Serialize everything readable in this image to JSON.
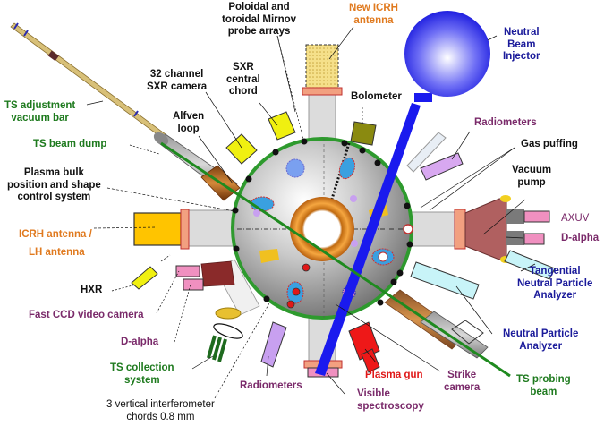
{
  "diagram": {
    "title": "Tokamak diagnostic and heating systems layout (top view)",
    "colors": {
      "black_label": "#111111",
      "green_label": "#1e7a1e",
      "orange_label": "#e07a1f",
      "navy_label": "#1a1a9a",
      "purple_label": "#7a2a6a",
      "red_label": "#e01818",
      "vessel_rim": "#2e9a2e",
      "nbi_blue": "#1a1aee",
      "ts_beam_green": "#1f8a1f"
    },
    "labels": {
      "poloidal_mirnov": [
        "Poloidal and",
        "toroidal Mirnov",
        "probe arrays"
      ],
      "new_icrh": [
        "New ICRH",
        "antenna"
      ],
      "nbi": [
        "Neutral",
        "Beam",
        "Injector"
      ],
      "sxr_camera": [
        "32 channel",
        "SXR camera"
      ],
      "sxr_central": [
        "SXR",
        "central",
        "chord"
      ],
      "bolometer": [
        "Bolometer"
      ],
      "ts_adjustment": [
        "TS adjustment",
        "vacuum bar"
      ],
      "alfven_loop": [
        "Alfven",
        "loop"
      ],
      "radiometers_top": [
        "Radiometers"
      ],
      "ts_beam_dump": [
        "TS beam dump"
      ],
      "gas_puffing": [
        "Gas puffing"
      ],
      "plasma_bulk": [
        "Plasma bulk",
        "position and shape",
        "control system"
      ],
      "vacuum_pump": [
        "Vacuum",
        "pump"
      ],
      "icrh_lh": [
        "ICRH antenna /",
        "LH antenna"
      ],
      "axuv": [
        "AXUV"
      ],
      "d_alpha_right": [
        "D-alpha"
      ],
      "hxr": [
        "HXR"
      ],
      "tangential_npa": [
        "Tangential",
        "Neutral Particle",
        "Analyzer"
      ],
      "fast_ccd": [
        "Fast CCD video camera"
      ],
      "npa": [
        "Neutral Particle",
        "Analyzer"
      ],
      "d_alpha_left": [
        "D-alpha"
      ],
      "ts_collection": [
        "TS collection",
        "system"
      ],
      "radiometers_bottom": [
        "Radiometers"
      ],
      "plasma_gun": [
        "Plasma gun"
      ],
      "strike_camera": [
        "Strike",
        "camera"
      ],
      "ts_probing": [
        "TS probing",
        "beam"
      ],
      "visible_spectroscopy": [
        "Visible",
        "spectroscopy"
      ],
      "interferometer": [
        "3 vertical interferometer",
        "chords 0.8 mm"
      ]
    }
  }
}
